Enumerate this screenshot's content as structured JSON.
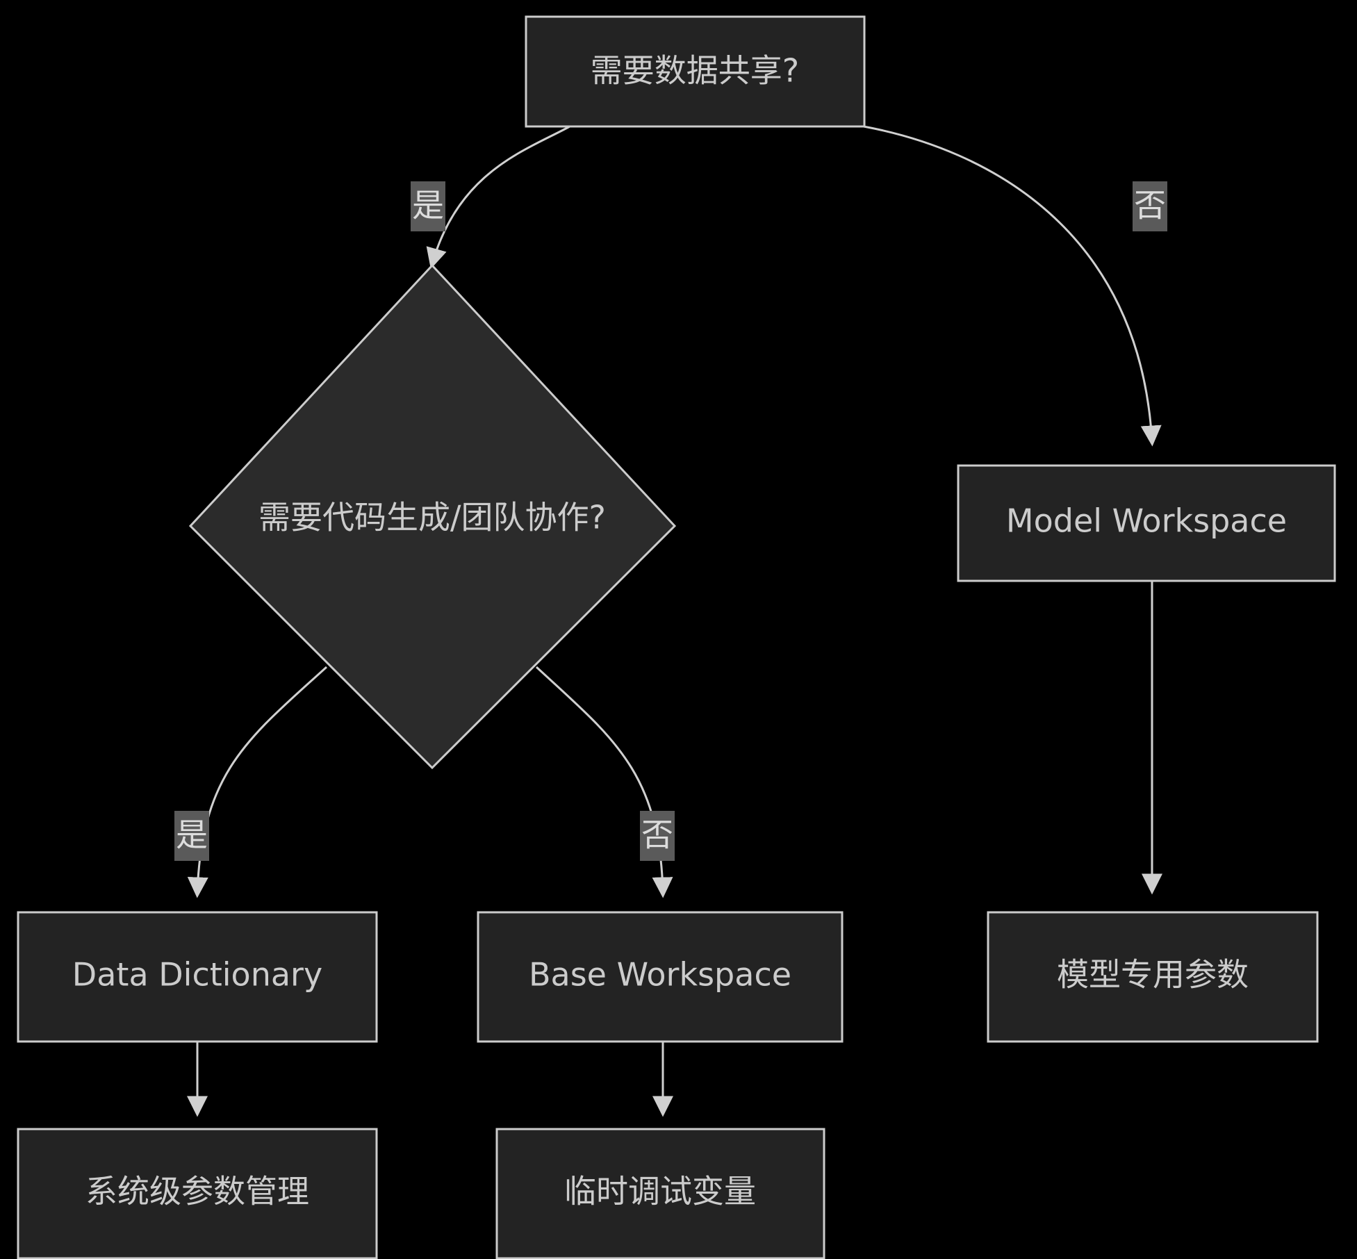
{
  "diagram": {
    "type": "flowchart",
    "orientation": "top-down",
    "theme": {
      "background": "#000000",
      "node_fill": "#232323",
      "node_stroke": "#cccccc",
      "edge_stroke": "#d0d0d0",
      "text_color": "#cccccc",
      "edge_label_bg": "#5a5a5a",
      "edge_label_text": "#e0e0e0"
    },
    "nodes": [
      {
        "id": "n1",
        "shape": "rect",
        "label": "需要数据共享?"
      },
      {
        "id": "n2",
        "shape": "diamond",
        "label": "需要代码生成/团队协作?"
      },
      {
        "id": "n3",
        "shape": "rect",
        "label": "Model Workspace"
      },
      {
        "id": "n4",
        "shape": "rect",
        "label": "Data Dictionary"
      },
      {
        "id": "n5",
        "shape": "rect",
        "label": "Base Workspace"
      },
      {
        "id": "n6",
        "shape": "rect",
        "label": "模型专用参数"
      },
      {
        "id": "n7",
        "shape": "rect",
        "label": "系统级参数管理"
      },
      {
        "id": "n8",
        "shape": "rect",
        "label": "临时调试变量"
      }
    ],
    "edges": [
      {
        "from": "n1",
        "to": "n2",
        "label": "是"
      },
      {
        "from": "n1",
        "to": "n3",
        "label": "否"
      },
      {
        "from": "n2",
        "to": "n4",
        "label": "是"
      },
      {
        "from": "n2",
        "to": "n5",
        "label": "否"
      },
      {
        "from": "n3",
        "to": "n6",
        "label": ""
      },
      {
        "from": "n4",
        "to": "n7",
        "label": ""
      },
      {
        "from": "n5",
        "to": "n8",
        "label": ""
      }
    ]
  }
}
